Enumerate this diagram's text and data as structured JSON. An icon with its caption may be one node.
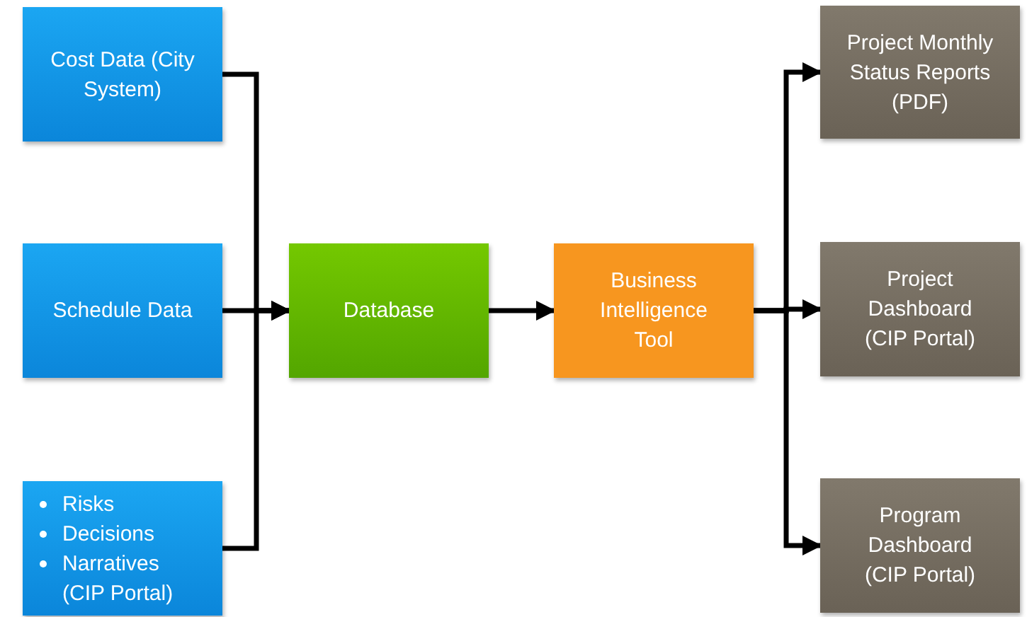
{
  "diagram": {
    "nodes": [
      {
        "text": [
          "Cost Data (City System)"
        ]
      },
      {
        "text": [
          "Schedule Data"
        ]
      },
      {
        "text": [
          "Risks",
          "Decisions",
          "Narratives (CIP Portal)"
        ]
      },
      {
        "text": [
          "Database"
        ]
      },
      {
        "text": [
          "Business Intelligence Tool"
        ]
      },
      {
        "text": [
          "Project Monthly Status Reports (PDF)"
        ]
      },
      {
        "text": [
          "Project Dashboard (CIP Portal)"
        ]
      },
      {
        "text": [
          "Program Dashboard (CIP Portal)"
        ]
      }
    ],
    "edges": [
      {
        "from": 0,
        "to": 3,
        "arrow": "to"
      },
      {
        "from": 1,
        "to": 3,
        "arrow": "to"
      },
      {
        "from": 2,
        "to": 3,
        "arrow": "to"
      },
      {
        "from": 3,
        "to": 4,
        "arrow": "to"
      },
      {
        "from": 4,
        "to": 5,
        "arrow": "to"
      },
      {
        "from": 4,
        "to": 6,
        "arrow": "to"
      },
      {
        "from": 4,
        "to": 7,
        "arrow": "to"
      }
    ]
  }
}
